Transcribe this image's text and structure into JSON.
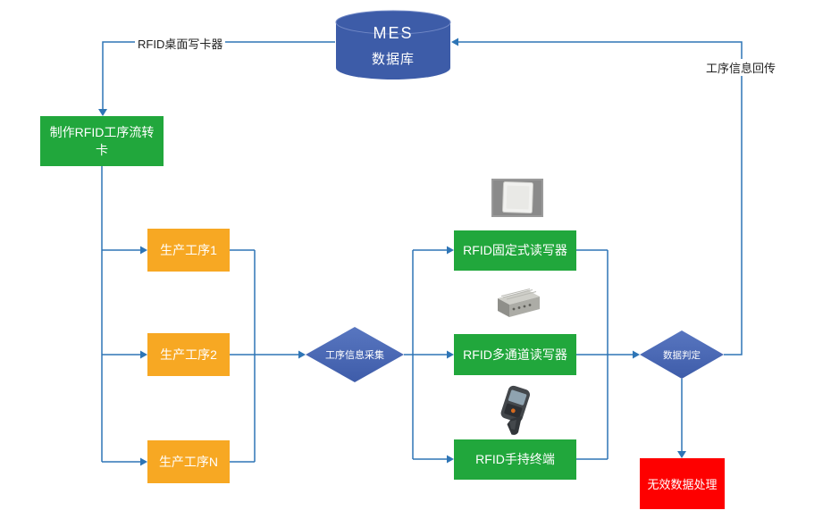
{
  "nodes": {
    "mes_db": {
      "line1": "MES",
      "line2": "数据库"
    },
    "make_card": "制作RFID工序流转卡",
    "proc": [
      "生产工序1",
      "生产工序2",
      "生产工序N"
    ],
    "collect": "工序信息采集",
    "readers": [
      "RFID固定式读写器",
      "RFID多通道读写器",
      "RFID手持终端"
    ],
    "judge": "数据判定",
    "invalid": "无效数据处理"
  },
  "labels": {
    "writer": "RFID桌面写卡器",
    "return": "工序信息回传"
  },
  "images": {
    "fixed_reader": "fixed-rfid-reader-photo",
    "multi_channel": "multi-channel-rfid-reader-photo",
    "handheld": "handheld-rfid-terminal-photo"
  },
  "colors": {
    "database_blue": "#3D5CA8",
    "process_green": "#21A73C",
    "step_orange": "#F7A823",
    "diamond_blue": "#4466B0",
    "invalid_red": "#FE0000",
    "connector_blue": "#2E75B6"
  }
}
